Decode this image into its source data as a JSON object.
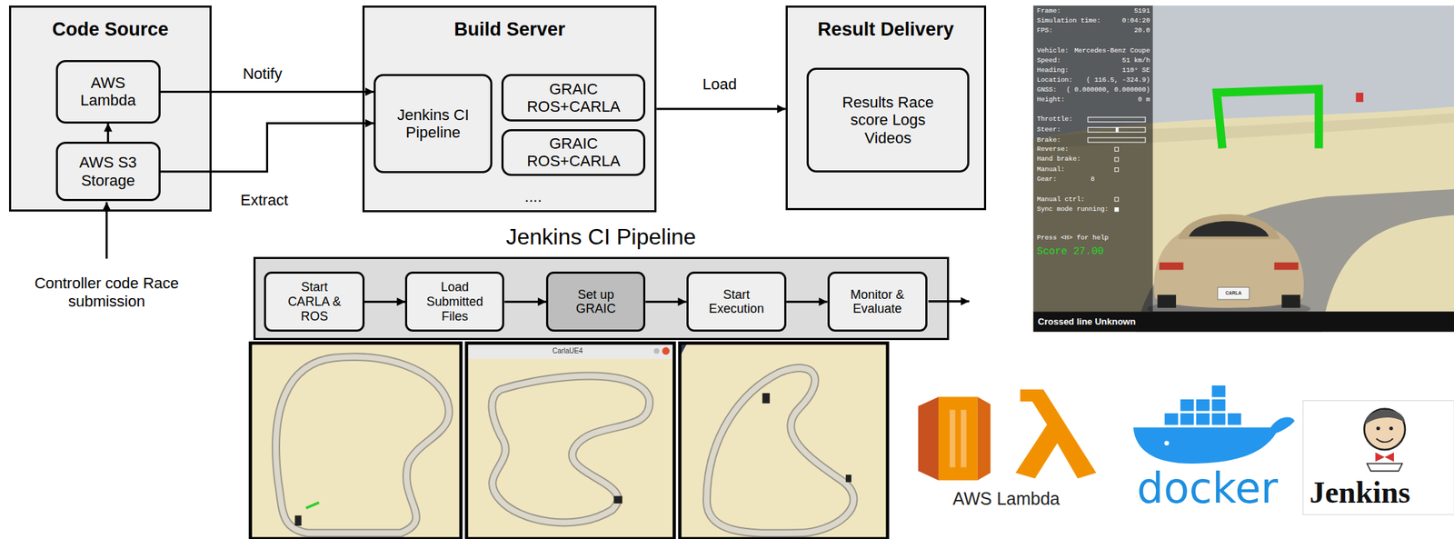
{
  "diagram": {
    "nodes": [
      {
        "text": [
          "Code Source"
        ]
      },
      {
        "text": [
          "AWS Lambda"
        ],
        "in": 0
      },
      {
        "text": [
          "AWS S3 Storage"
        ],
        "in": 0
      },
      {
        "text": [
          "Build Server"
        ]
      },
      {
        "text": [
          "Jenkins CI Pipeline"
        ],
        "in": 3
      },
      {
        "text": [
          "GRAIC ROS+CARLA"
        ],
        "in": 3
      },
      {
        "text": [
          "GRAIC ROS+CARLA"
        ],
        "in": 3
      },
      {
        "text": [
          "Result Delivery"
        ]
      },
      {
        "text": [
          "Results Race score Logs Videos"
        ],
        "in": 7
      },
      {
        "text": [
          "Jenkins CI Pipeline"
        ]
      },
      {
        "text": [
          "Start CARLA & ROS"
        ],
        "in": 9
      },
      {
        "text": [
          "Load Submitted Files"
        ],
        "in": 9
      },
      {
        "text": [
          "Set up GRAIC"
        ],
        "in": 9
      },
      {
        "text": [
          "Start Execution"
        ],
        "in": 9
      },
      {
        "text": [
          "Monitor & Evaluate"
        ],
        "in": 9
      }
    ],
    "edges": [
      {
        "from": 2,
        "to": 1,
        "arrow": "to"
      },
      {
        "from": 1,
        "to": 4,
        "label": "Notify",
        "arrow": "to"
      },
      {
        "from": 2,
        "to": 4,
        "label": "Extract",
        "arrow": "to"
      },
      {
        "from": 3,
        "to": 7,
        "label": "Load",
        "arrow": "to"
      },
      {
        "from": 10,
        "to": 11,
        "arrow": "to"
      },
      {
        "from": 11,
        "to": 12,
        "arrow": "to"
      },
      {
        "from": 12,
        "to": 13,
        "arrow": "to"
      },
      {
        "from": 13,
        "to": 14,
        "arrow": "to"
      }
    ],
    "labels": [
      "Controller code Race submission",
      "....",
      "CarlaUE4",
      "Frame:",
      "5191",
      "Simulation time:",
      "0:04:20",
      "FPS:",
      "20.0",
      "Vehicle:",
      "Mercedes-Benz Coupe",
      "Speed:",
      "51 km/h",
      "Heading:",
      "110° SE",
      "Location:",
      "( 116.5, -324.9)",
      "GNSS:",
      "( 0.000000, 0.000000)",
      "Height:",
      "0 m",
      "Throttle:",
      "Steer:",
      "Brake:",
      "Reverse:",
      "Hand brake:",
      "Manual:",
      "Gear:",
      "8",
      "Manual ctrl:",
      "Sync mode running:",
      "Press <H> for help",
      "Score 27.00",
      "CARLA",
      "Crossed line Unknown",
      "AWS Lambda",
      "docker",
      "Jenkins"
    ]
  }
}
